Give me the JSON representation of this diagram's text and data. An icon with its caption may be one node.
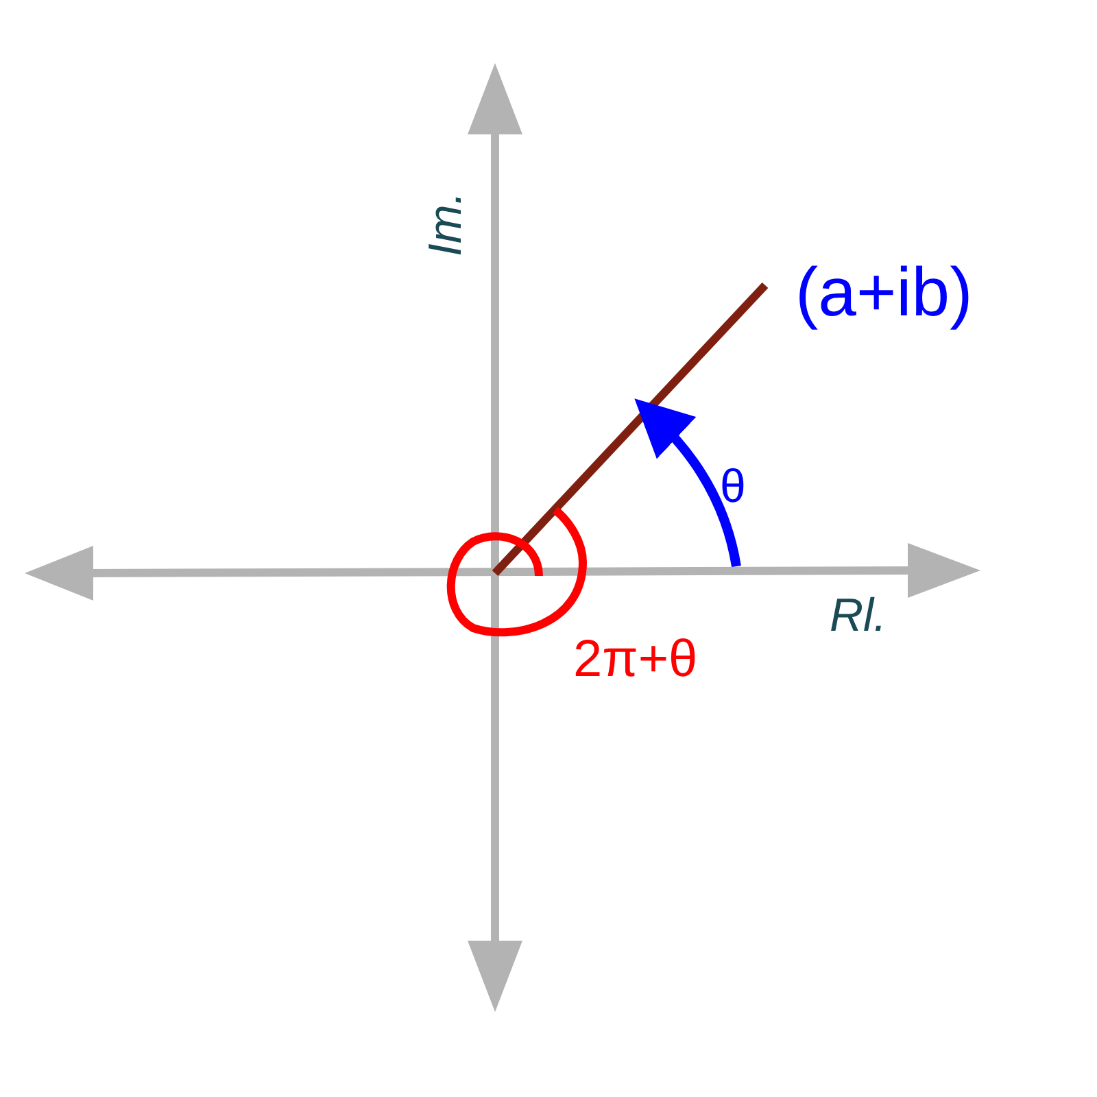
{
  "diagram": {
    "labels": [
      "Im.",
      "(a+ib)",
      "θ",
      "Rl.",
      "2π+θ"
    ]
  }
}
